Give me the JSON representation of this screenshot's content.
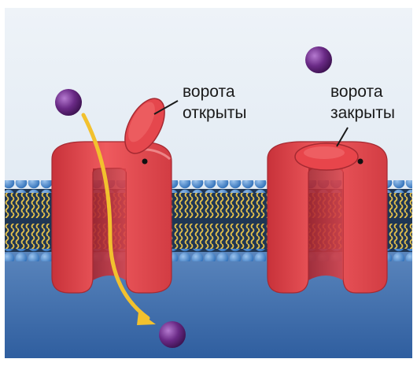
{
  "labels": {
    "open_gate": {
      "line1": "ворота",
      "line2": "открыты"
    },
    "closed_gate": {
      "line1": "ворота",
      "line2": "закрыты"
    }
  },
  "colors": {
    "sky": "#dfe9f2",
    "cytoplasm": "#4a78b4",
    "membrane_core": "#243a5a",
    "lipid_head": "#3f7fc7",
    "lipid_tail": "#d9b43f",
    "channel_red": "#e0454b",
    "channel_dark": "#b72f38",
    "ion_purple": "#6a2a86",
    "arrow_yellow": "#f2c12e"
  },
  "icons": [
    "ion-particle",
    "gate-lid",
    "ion-path-arrow",
    "lipid-bilayer",
    "ion-channel"
  ]
}
